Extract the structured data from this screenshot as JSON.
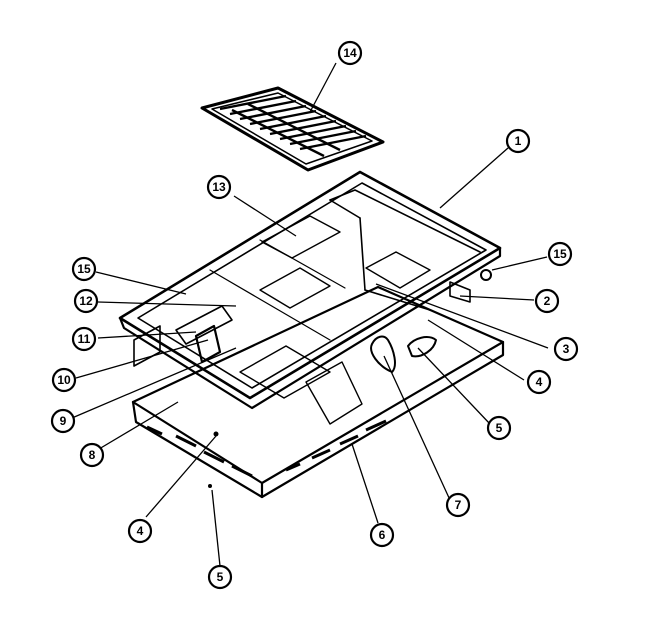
{
  "callouts": [
    {
      "id": "c14",
      "label": "14"
    },
    {
      "id": "c1",
      "label": "1"
    },
    {
      "id": "c13",
      "label": "13"
    },
    {
      "id": "c15a",
      "label": "15"
    },
    {
      "id": "c15b",
      "label": "15"
    },
    {
      "id": "c2",
      "label": "2"
    },
    {
      "id": "c12",
      "label": "12"
    },
    {
      "id": "c3",
      "label": "3"
    },
    {
      "id": "c11",
      "label": "11"
    },
    {
      "id": "c4a",
      "label": "4"
    },
    {
      "id": "c10",
      "label": "10"
    },
    {
      "id": "c5a",
      "label": "5"
    },
    {
      "id": "c9",
      "label": "9"
    },
    {
      "id": "c8",
      "label": "8"
    },
    {
      "id": "c7",
      "label": "7"
    },
    {
      "id": "c6",
      "label": "6"
    },
    {
      "id": "c4b",
      "label": "4"
    },
    {
      "id": "c5b",
      "label": "5"
    }
  ]
}
